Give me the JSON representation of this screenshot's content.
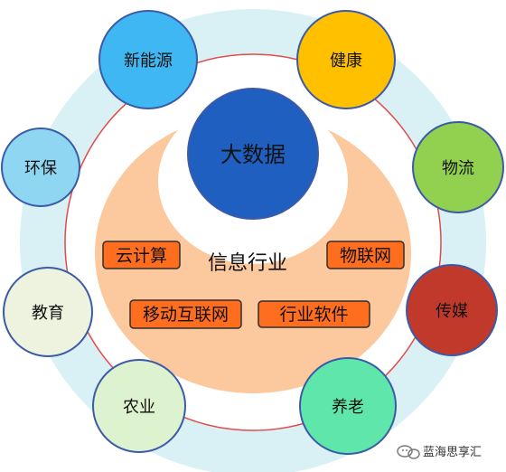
{
  "diagram": {
    "core_label": "大数据",
    "center_label": "信息行业",
    "tags": {
      "cloud": "云计算",
      "iot": "物联网",
      "mobile": "移动互联网",
      "software": "行业软件"
    },
    "outer_nodes": {
      "new_energy": "新能源",
      "health": "健康",
      "env": "环保",
      "logistics": "物流",
      "education": "教育",
      "media": "传媒",
      "agriculture": "农业",
      "elderly": "养老"
    }
  },
  "watermark": {
    "text": "蓝海思享汇"
  },
  "colors": {
    "outer_halo": "#d9f1f4",
    "ring_line": "#e34a4a",
    "info_fill": "#fcc89d",
    "core_fill": "#1f5fbf",
    "tag_fill": "#ff6d1f",
    "tag_border": "#2f2f2f",
    "node_border": "#3b5aa7",
    "node_new_energy": "#3fb7f2",
    "node_health": "#ffc000",
    "node_env": "#8fd6f2",
    "node_logistics": "#92d050",
    "node_education": "#edf3de",
    "node_media": "#c0392b",
    "node_agriculture": "#ddf2cf",
    "node_elderly": "#5fe7ab"
  }
}
